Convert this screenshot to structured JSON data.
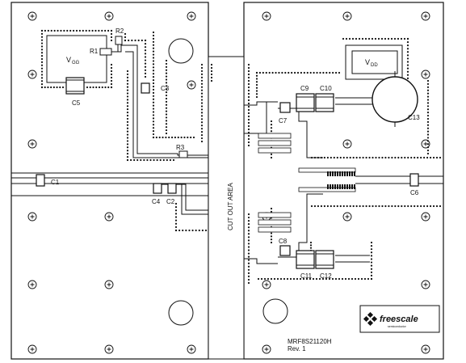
{
  "board": {
    "part_number": "MRF8S21120H",
    "revision": "Rev. 1",
    "cutout_label": "CUT OUT AREA",
    "logo_text": "freescale",
    "logo_subtext": "semiconductor"
  },
  "supply_labels": {
    "vgg_main": "V",
    "vgg_sub": "GG",
    "vdd_main": "V",
    "vdd_sub": "DD"
  },
  "components": {
    "C1": "C1",
    "C2": "C2",
    "C3": "C3",
    "C4": "C4",
    "C5": "C5",
    "C6": "C6",
    "C7": "C7",
    "C8": "C8",
    "C9": "C9",
    "C10": "C10",
    "C11": "C11",
    "C12": "C12",
    "C13": "C13",
    "R1": "R1",
    "R2": "R2",
    "R3": "R3"
  },
  "colors": {
    "line": "#111111",
    "background": "#ffffff",
    "pad": "#cccccc"
  }
}
